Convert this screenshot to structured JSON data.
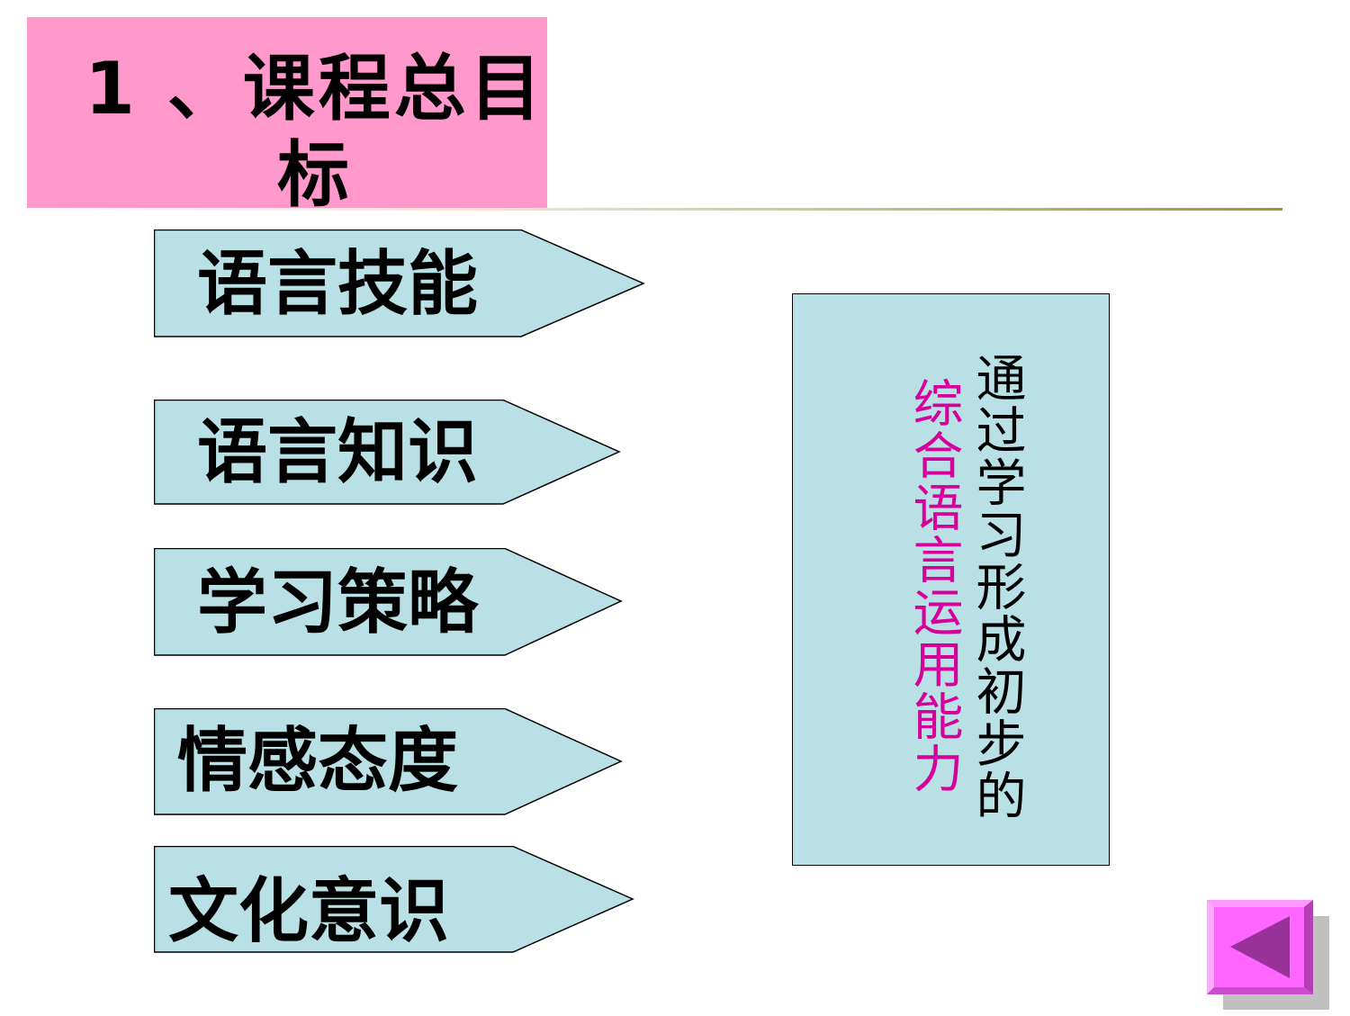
{
  "title": "1 、课程总目标",
  "categories": [
    {
      "label": "语言技能"
    },
    {
      "label": "语言知识"
    },
    {
      "label": "学习策略"
    },
    {
      "label": "情感态度"
    },
    {
      "label": "文化意识"
    }
  ],
  "goal": {
    "line1": "通过学习形成初步的",
    "line2": "综合语言运用能力"
  },
  "colors": {
    "title_bg": "#ff99cc",
    "arrow_fill": "#b9e0e4",
    "highlight": "#d6009a",
    "button": "#ff66ff"
  },
  "nav": {
    "back_icon": "triangle-left-icon"
  }
}
